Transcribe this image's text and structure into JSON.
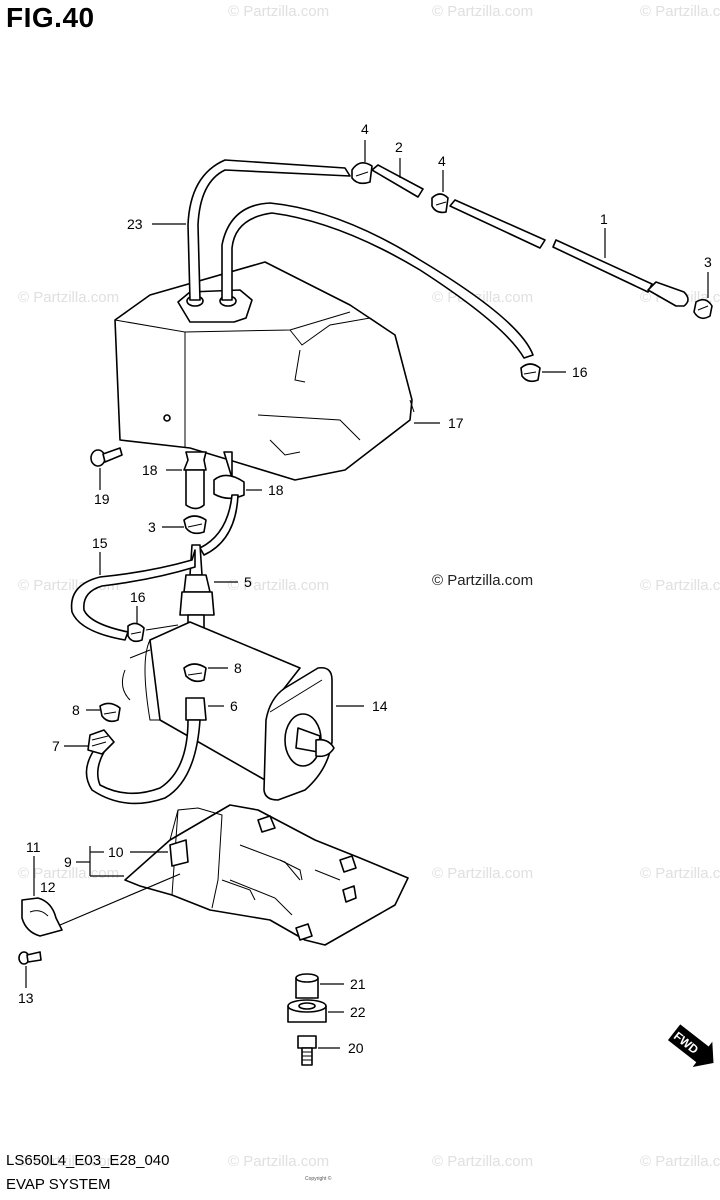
{
  "figure": {
    "title": "FIG.40",
    "code": "LS650L4_E03_E28_040",
    "system": "EVAP SYSTEM",
    "watermark": "© Partzilla.com",
    "copyright_fine_print": "Copyright ©"
  },
  "callouts": [
    "1",
    "2",
    "3",
    "3",
    "4",
    "4",
    "5",
    "6",
    "7",
    "8",
    "8",
    "9",
    "10",
    "11",
    "12",
    "13",
    "14",
    "15",
    "16",
    "16",
    "17",
    "18",
    "18",
    "19",
    "20",
    "21",
    "22",
    "23"
  ],
  "fwd_badge": "FWD",
  "colors": {
    "ink": "#000000",
    "watermark": "#e0e0e0",
    "background": "#ffffff"
  }
}
